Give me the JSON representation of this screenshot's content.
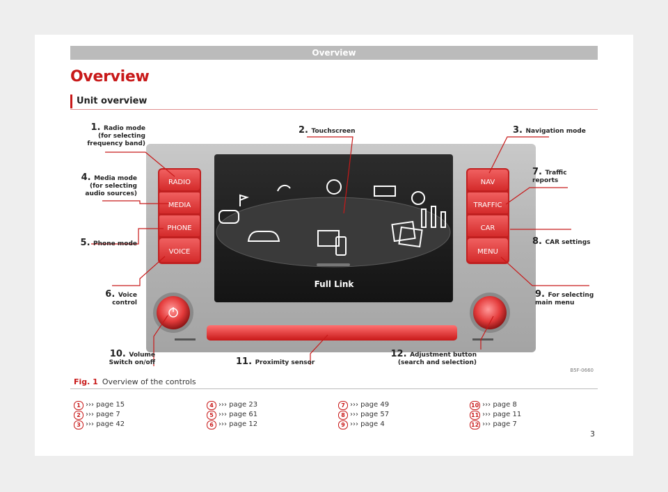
{
  "header": {
    "band": "Overview",
    "title": "Overview",
    "subtitle": "Unit overview"
  },
  "figure": {
    "buttons_left": [
      "RADIO",
      "MEDIA",
      "PHONE",
      "VOICE"
    ],
    "buttons_right": [
      "NAV",
      "TRAFFIC",
      "CAR",
      "MENU"
    ],
    "screen_label": "Full Link",
    "image_code": "B5F-0660",
    "callouts": {
      "c1": {
        "num": "1.",
        "lines": [
          "Radio mode",
          "(for selecting",
          "frequency band)"
        ]
      },
      "c2": {
        "num": "2.",
        "lines": [
          "Touchscreen"
        ]
      },
      "c3": {
        "num": "3.",
        "lines": [
          "Navigation mode"
        ]
      },
      "c4": {
        "num": "4.",
        "lines": [
          "Media mode",
          "(for selecting",
          "audio sources)"
        ]
      },
      "c5": {
        "num": "5.",
        "lines": [
          "Phone mode"
        ]
      },
      "c6": {
        "num": "6.",
        "lines": [
          "Voice",
          "control"
        ]
      },
      "c7": {
        "num": "7.",
        "lines": [
          "Traffic",
          "reports"
        ]
      },
      "c8": {
        "num": "8.",
        "lines": [
          "CAR settings"
        ]
      },
      "c9": {
        "num": "9.",
        "lines": [
          "For selecting",
          "main menu"
        ]
      },
      "c10": {
        "num": "10.",
        "lines": [
          "Volume",
          "Switch on/off"
        ]
      },
      "c11": {
        "num": "11.",
        "lines": [
          "Proximity sensor"
        ]
      },
      "c12": {
        "num": "12.",
        "lines": [
          "Adjustment button",
          "(search and selection)"
        ]
      }
    }
  },
  "caption": {
    "fig": "Fig. 1",
    "text": "Overview of the controls"
  },
  "refs": [
    [
      {
        "n": "1",
        "t": "››› page 15"
      },
      {
        "n": "2",
        "t": "››› page 7"
      },
      {
        "n": "3",
        "t": "››› page 42"
      }
    ],
    [
      {
        "n": "4",
        "t": "››› page 23"
      },
      {
        "n": "5",
        "t": "››› page 61"
      },
      {
        "n": "6",
        "t": "››› page 12"
      }
    ],
    [
      {
        "n": "7",
        "t": "››› page 49"
      },
      {
        "n": "8",
        "t": "››› page 57"
      },
      {
        "n": "9",
        "t": "››› page 4"
      }
    ],
    [
      {
        "n": "10",
        "t": "››› page 8"
      },
      {
        "n": "11",
        "t": "››› page 11"
      },
      {
        "n": "12",
        "t": "››› page 7"
      }
    ]
  ],
  "page_number": "3",
  "colors": {
    "accent": "#c81919",
    "button": "#e43b3b"
  }
}
